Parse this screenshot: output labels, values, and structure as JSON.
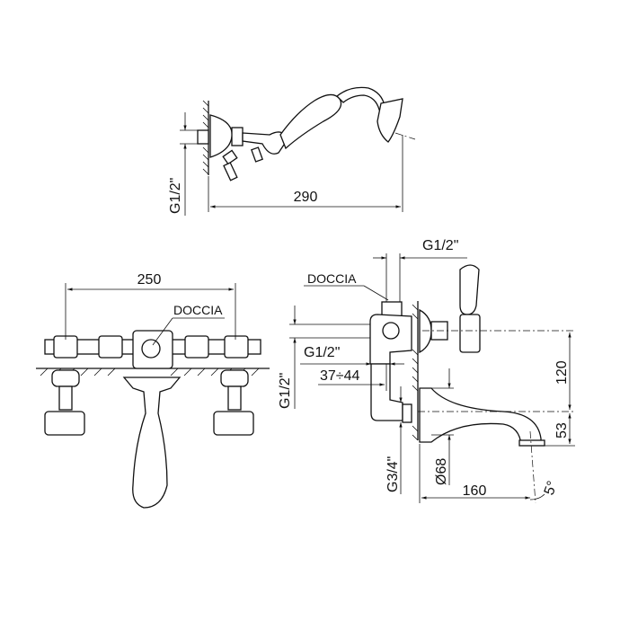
{
  "hand_shower_view": {
    "width_dim": "290",
    "connection_dim": "G1/2\""
  },
  "front_view": {
    "width_dim": "250",
    "diverter_label": "DOCCIA"
  },
  "side_view": {
    "handle_connection_dim": "G1/2\"",
    "diverter_label": "DOCCIA",
    "inlet_dim": "G1/2\"",
    "wall_distance_dim": "37÷44",
    "vertical_connection_dim": "G1/2\"",
    "height_dim": "120",
    "spout_height_dim": "53",
    "rosette_diameter_dim": "Ø68",
    "outlet_dim": "G3/4\"",
    "projection_dim": "160",
    "angle_dim": "5°"
  }
}
